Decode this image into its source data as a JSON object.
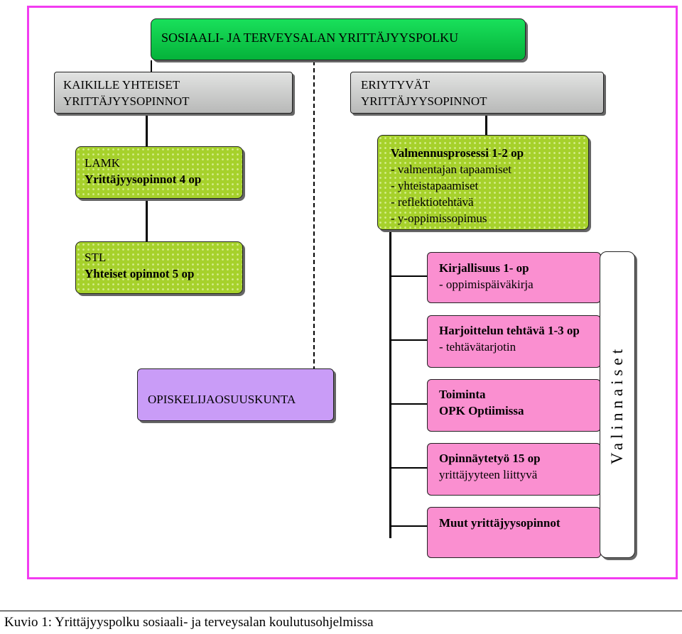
{
  "title": "SOSIAALI- JA TERVEYSALAN YRITTÄJYYSPOLKU",
  "left": {
    "header": [
      "KAIKILLE YHTEISET",
      "YRITTÄJYYSOPINNOT"
    ],
    "lamk": [
      "LAMK",
      "Yrittäjyysopinnot 4 op"
    ],
    "stl": [
      "STL",
      "Yhteiset opinnot 5 op"
    ]
  },
  "right": {
    "header": [
      "ERIYTYVÄT",
      "YRITTÄJYYSOPINNOT"
    ],
    "valmennus": {
      "title": "Valmennusprosessi 1-2 op",
      "items": [
        "- valmentajan tapaamiset",
        "- yhteistapaamiset",
        "- reflektiotehtävä",
        "- y-oppimissopimus"
      ]
    }
  },
  "electives": [
    {
      "title": "Kirjallisuus 1- op",
      "sub": "- oppimispäiväkirja"
    },
    {
      "title": "Harjoittelun tehtävä 1-3 op",
      "sub": "- tehtävätarjotin"
    },
    {
      "title": "Toiminta",
      "sub": "OPK Optiimissa"
    },
    {
      "title": "Opinnäytetyö 15 op",
      "sub": "yrittäjyyteen liittyvä"
    },
    {
      "title": "Muut yrittäjyysopinnot",
      "sub": ""
    }
  ],
  "valinnaiset": "Valinnaiset",
  "osuuskunta": "OPISKELIJAOSUUSKUNTA",
  "caption": "Kuvio 1: Yrittäjyyspolku sosiaali- ja terveysalan koulutusohjelmissa"
}
